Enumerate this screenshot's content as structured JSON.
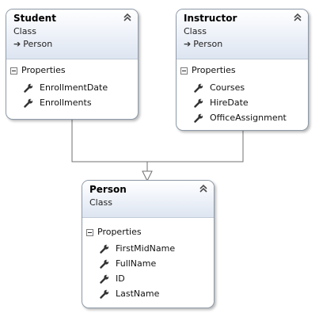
{
  "classes": {
    "student": {
      "name": "Student",
      "stereotype": "Class",
      "parent": "Person",
      "section": "Properties",
      "properties": [
        "EnrollmentDate",
        "Enrollments"
      ]
    },
    "instructor": {
      "name": "Instructor",
      "stereotype": "Class",
      "parent": "Person",
      "section": "Properties",
      "properties": [
        "Courses",
        "HireDate",
        "OfficeAssignment"
      ]
    },
    "person": {
      "name": "Person",
      "stereotype": "Class",
      "section": "Properties",
      "properties": [
        "FirstMidName",
        "FullName",
        "ID",
        "LastName"
      ]
    }
  },
  "icons": {
    "collapse": "double-chevron-up-icon",
    "section_toggle": "collapse-minus-icon",
    "property": "wrench-icon",
    "inheritance": "inheritance-arrow-icon"
  },
  "colors": {
    "header_gradient_end": "#dde5f1",
    "border": "#8e9aa8",
    "connector": "#707070"
  }
}
